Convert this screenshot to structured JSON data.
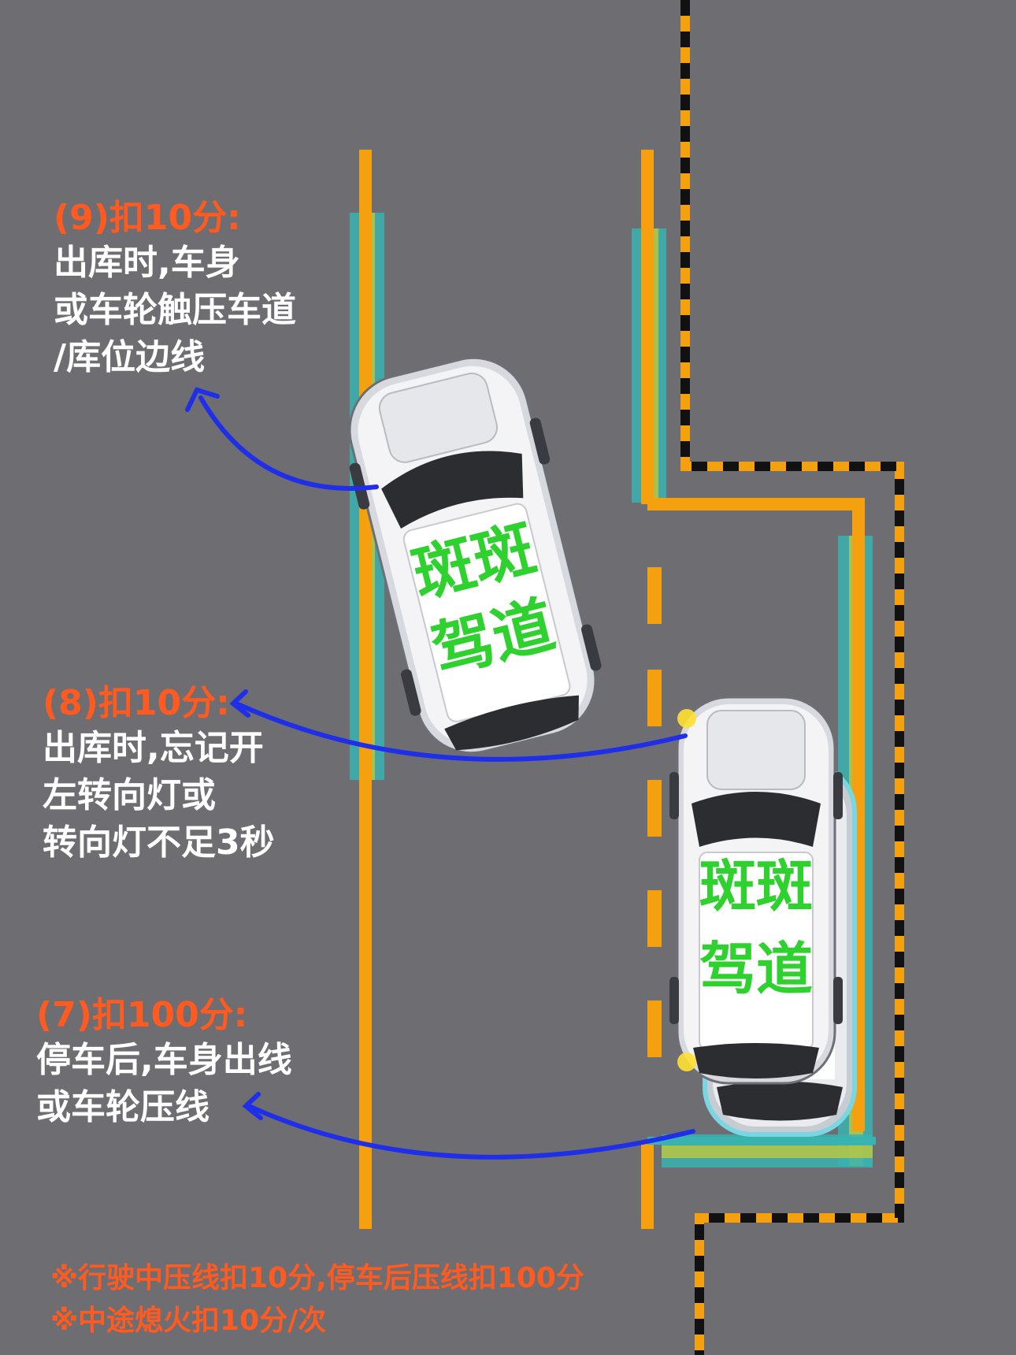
{
  "colors": {
    "background": "#6e6d72",
    "lane_line": "#f5a00e",
    "highlight_teal": "#39b3b0",
    "highlight_lime": "#b8c743",
    "arrow": "#1f2ee8",
    "heading": "#ff5a1f",
    "text": "#ffffff",
    "car_label": "#2fd12f"
  },
  "annotations": [
    {
      "heading": "(9)扣10分:",
      "lines": [
        "出库时,车身",
        "或车轮触压车道",
        "/库位边线"
      ]
    },
    {
      "heading": "(8)扣10分:",
      "lines": [
        "出库时,忘记开",
        "左转向灯或",
        "转向灯不足3秒"
      ]
    },
    {
      "heading": "(7)扣100分:",
      "lines": [
        "停车后,车身出线",
        "或车轮压线"
      ]
    }
  ],
  "notes": [
    "※行驶中压线扣10分,停车后压线扣100分",
    "※中途熄火扣10分/次"
  ],
  "car_label": {
    "line1": "斑斑",
    "line2": "驾道"
  }
}
